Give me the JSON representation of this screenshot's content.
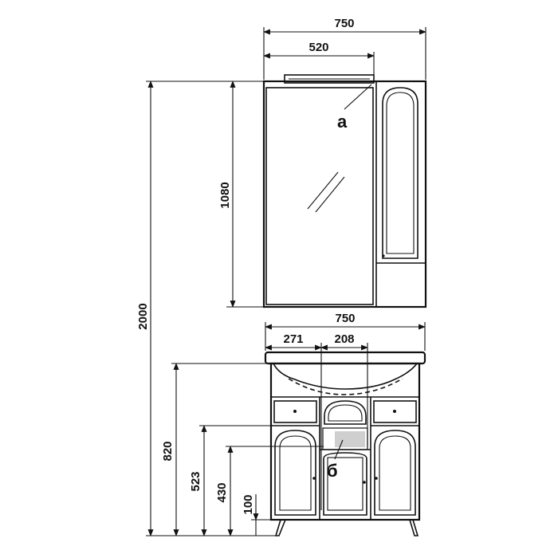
{
  "dimensions": {
    "mirror_width": "750",
    "light_width": "520",
    "mirror_height": "1080",
    "total_height": "2000",
    "vanity_width": "750",
    "left_offset": "271",
    "center_width": "208",
    "vanity_height": "820",
    "drawer_bottom_height": "523",
    "shelf_height": "430",
    "leg_height": "100"
  },
  "markers": {
    "light": "а",
    "shelf": "б"
  },
  "colors": {
    "line": "#111111",
    "background": "#ffffff",
    "shelf_fill": "#cfcfcf"
  }
}
